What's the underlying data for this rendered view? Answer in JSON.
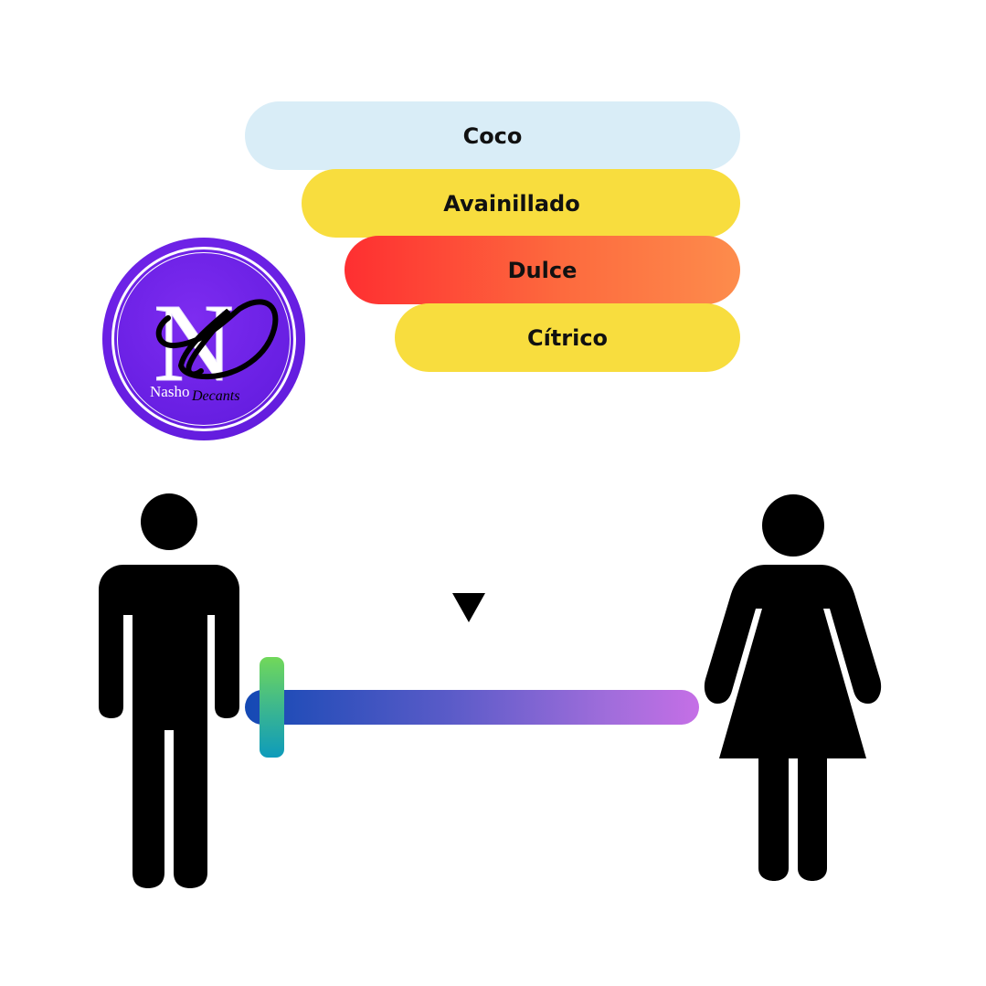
{
  "accords": [
    {
      "label": "Coco",
      "color": "#d9edf7"
    },
    {
      "label": "Avainillado",
      "color": "#f8dd3e"
    },
    {
      "label": "Dulce",
      "color_start": "#fe2f31",
      "color_end": "#fd8c4c"
    },
    {
      "label": "Cítrico",
      "color": "#f8dd3e"
    }
  ],
  "logo": {
    "monogram": "N",
    "brand_first": "Nasho",
    "brand_second": "Decants",
    "color": "#6a20e4"
  },
  "gender_scale": {
    "left_icon": "male-icon",
    "right_icon": "female-icon",
    "position": 0.06,
    "gradient_start": "#1449b4",
    "gradient_end": "#c56fe6"
  }
}
